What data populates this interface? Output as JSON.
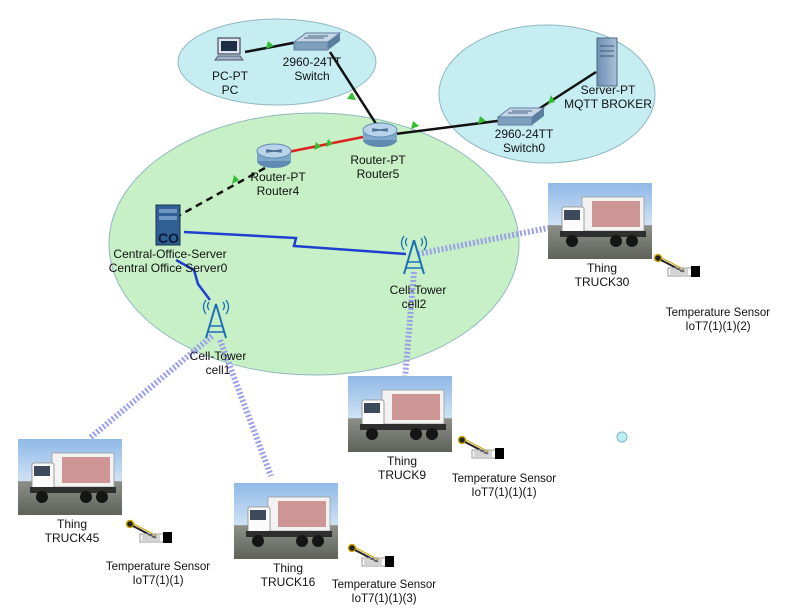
{
  "devices": {
    "pc": {
      "type": "PC-PT",
      "name": "PC"
    },
    "switch_top": {
      "type": "2960-24TT",
      "name": "Switch"
    },
    "server": {
      "type": "Server-PT",
      "name": "MQTT BROKER"
    },
    "switch0": {
      "type": "2960-24TT",
      "name": "Switch0"
    },
    "router5": {
      "type": "Router-PT",
      "name": "Router5"
    },
    "router4": {
      "type": "Router-PT",
      "name": "Router4"
    },
    "central": {
      "type": "Central-Office-Server",
      "name": "Central Office Server0",
      "badge": "CO"
    },
    "cell2": {
      "type": "Cell-Tower",
      "name": "cell2"
    },
    "cell1": {
      "type": "Cell-Tower",
      "name": "cell1"
    },
    "truck30": {
      "type": "Thing",
      "name": "TRUCK30"
    },
    "truck9": {
      "type": "Thing",
      "name": "TRUCK9"
    },
    "truck45": {
      "type": "Thing",
      "name": "TRUCK45"
    },
    "truck16": {
      "type": "Thing",
      "name": "TRUCK16"
    },
    "sensor2": {
      "type": "Temperature Sensor",
      "name": "IoT7(1)(1)(2)"
    },
    "sensor1b": {
      "type": "Temperature Sensor",
      "name": "IoT7(1)(1)(1)"
    },
    "sensor1": {
      "type": "Temperature Sensor",
      "name": "IoT7(1)(1)"
    },
    "sensor3": {
      "type": "Temperature Sensor",
      "name": "IoT7(1)(1)(3)"
    }
  },
  "colors": {
    "zone_fill": "#c6eef2",
    "zone_green": "#c7f0c6",
    "zone_stroke": "#8fb7bf",
    "link_ethernet": "#111111",
    "link_red": "#e02020",
    "link_serial": "#1f3fd0",
    "link_wireless": "#9aa0e8",
    "port_up": "#2fbf2f"
  }
}
